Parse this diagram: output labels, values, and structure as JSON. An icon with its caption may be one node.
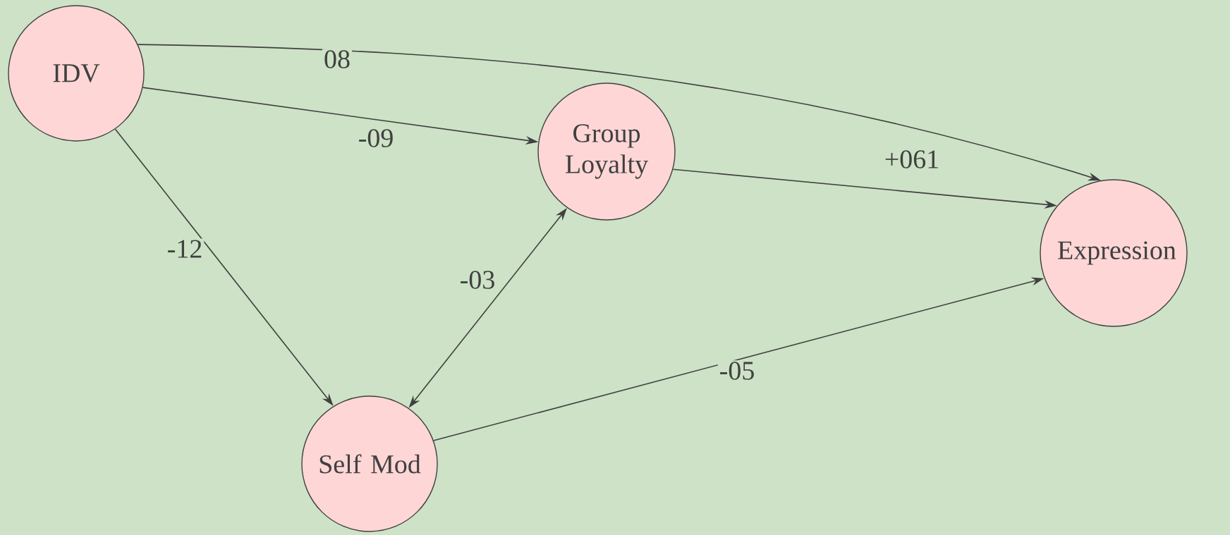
{
  "diagram": {
    "nodes": [
      {
        "text": [
          "IDV"
        ]
      },
      {
        "text": [
          "Group Loyalty"
        ]
      },
      {
        "text": [
          "Expression"
        ]
      },
      {
        "text": [
          "Self Mod"
        ]
      }
    ],
    "edges": [
      {
        "from": 0,
        "to": 2,
        "arrow": "to",
        "label": "08"
      },
      {
        "from": 0,
        "to": 1,
        "arrow": "to",
        "label": "-09"
      },
      {
        "from": 1,
        "to": 2,
        "arrow": "to",
        "label": "+061"
      },
      {
        "from": 0,
        "to": 3,
        "arrow": "to",
        "label": "-12"
      },
      {
        "from": 3,
        "to": 1,
        "arrow": "both",
        "label": "-03"
      },
      {
        "from": 3,
        "to": 2,
        "arrow": "to",
        "label": "-05"
      }
    ]
  }
}
